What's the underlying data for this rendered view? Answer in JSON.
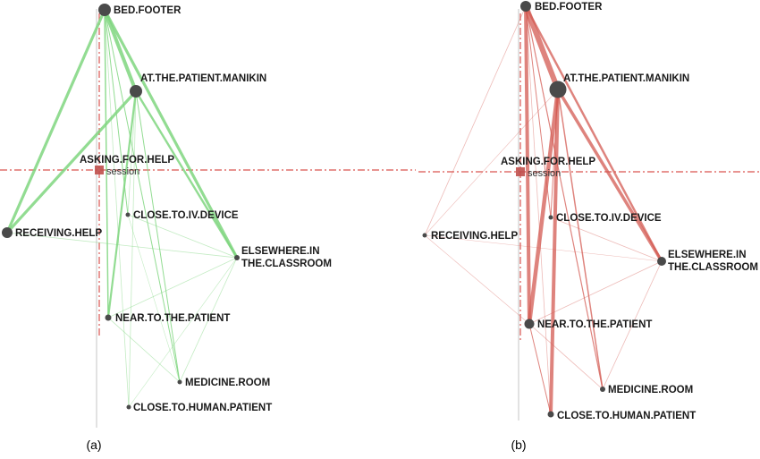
{
  "panels": [
    {
      "caption": "(a)",
      "edge_color": "#7fd67f",
      "nodes": [
        {
          "id": "bed_footer",
          "label": "BED.FOOTER"
        },
        {
          "id": "at_patient_manikin",
          "label": "AT.THE.PATIENT.MANIKIN"
        },
        {
          "id": "asking_for_help",
          "label": "ASKING.FOR.HELP"
        },
        {
          "id": "close_to_iv_device",
          "label": "CLOSE.TO.IV.DEVICE"
        },
        {
          "id": "receiving_help",
          "label": "RECEIVING.HELP"
        },
        {
          "id": "elsewhere_in_classroom",
          "label": "ELSEWHERE.IN THE.CLASSROOM"
        },
        {
          "id": "near_to_patient",
          "label": "NEAR.TO.THE.PATIENT"
        },
        {
          "id": "medicine_room",
          "label": "MEDICINE.ROOM"
        },
        {
          "id": "close_to_human_patient",
          "label": "CLOSE.TO.HUMAN.PATIENT"
        }
      ],
      "session_label": "session"
    },
    {
      "caption": "(b)",
      "edge_color": "#d45a52",
      "nodes": [
        {
          "id": "bed_footer",
          "label": "BED.FOOTER"
        },
        {
          "id": "at_patient_manikin",
          "label": "AT.THE.PATIENT.MANIKIN"
        },
        {
          "id": "asking_for_help",
          "label": "ASKING.FOR.HELP"
        },
        {
          "id": "close_to_iv_device",
          "label": "CLOSE.TO.IV.DEVICE"
        },
        {
          "id": "receiving_help",
          "label": "RECEIVING.HELP"
        },
        {
          "id": "elsewhere_in_classroom",
          "label": "ELSEWHERE.IN THE.CLASSROOM"
        },
        {
          "id": "near_to_patient",
          "label": "NEAR.TO.THE.PATIENT"
        },
        {
          "id": "medicine_room",
          "label": "MEDICINE.ROOM"
        },
        {
          "id": "close_to_human_patient",
          "label": "CLOSE.TO.HUMAN.PATIENT"
        }
      ],
      "session_label": "session"
    }
  ]
}
